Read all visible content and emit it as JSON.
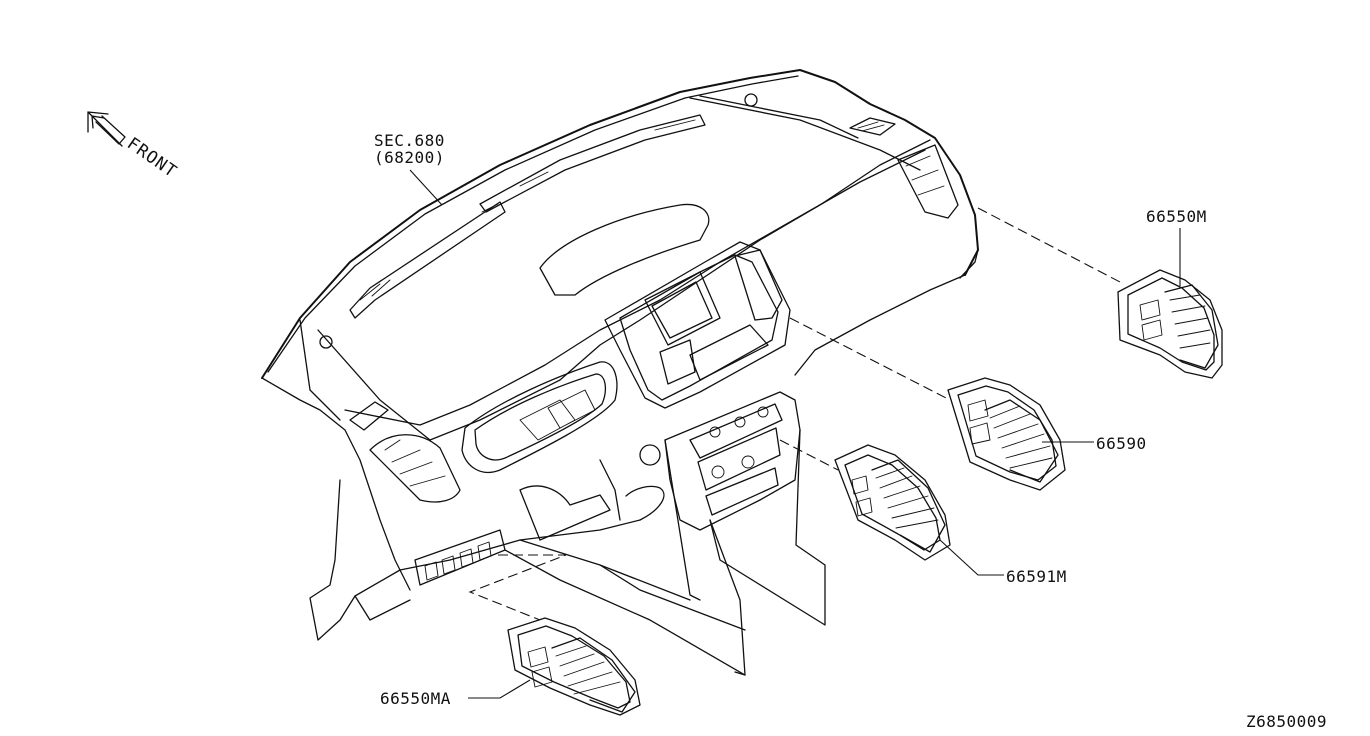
{
  "diagram": {
    "front_label": "FRONT",
    "section_ref_line1": "SEC.680",
    "section_ref_line2": "(68200)",
    "part_labels": {
      "vent_right": "66550M",
      "vent_center_right": "66590",
      "vent_center_left": "66591M",
      "vent_left": "66550MA"
    },
    "drawing_number": "Z6850009"
  }
}
